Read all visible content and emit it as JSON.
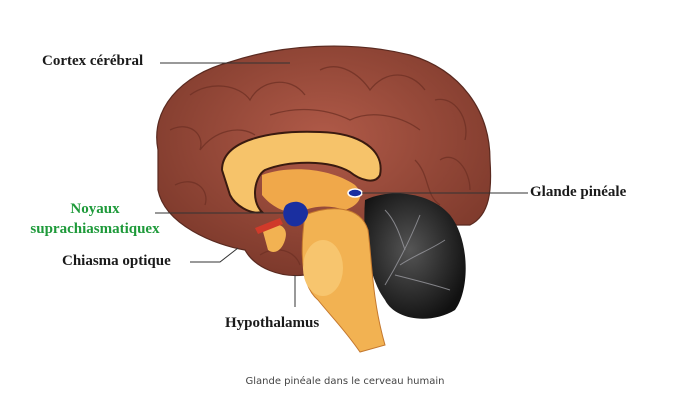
{
  "labels": {
    "cortex": "Cortex cérébral",
    "pineal": "Glande pinéale",
    "scn_line1": "Noyaux",
    "scn_line2": "suprachiasmatiquex",
    "chiasma": "Chiasma optique",
    "hypothalamus": "Hypothalamus"
  },
  "caption": "Glande pinéale dans le cerveau humain",
  "colors": {
    "cortex": "#9a4a3a",
    "white_matter": "#f4b35a",
    "cerebellum": "#2a2a2e",
    "scn": "#1a2fa0",
    "label_green": "#1e9a3a"
  }
}
